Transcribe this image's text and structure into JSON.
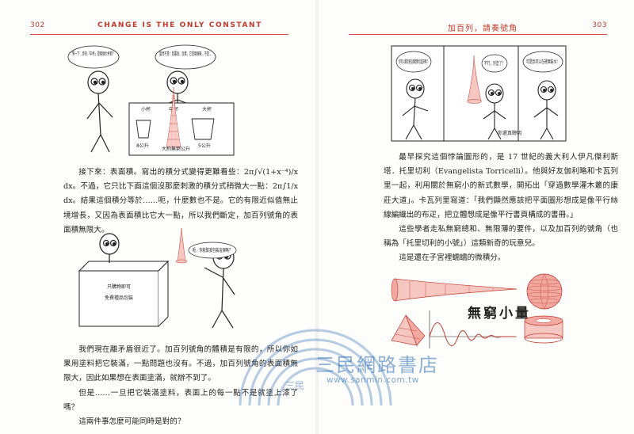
{
  "left_page": {
    "page_number": "302",
    "running_head": "CHANGE IS THE ONLY CONSTANT",
    "comic1": {
      "bubble_left": "等一下…你的「中杯」是兩個大杯耶？",
      "bubble_right": "當然不是！我要說，沒錯，它是兩個無…不是…",
      "header_small": "小杯",
      "header_medium": "中杯",
      "header_large": "大杯",
      "label_small": "8公升",
      "label_medium": "大約無窮公升",
      "label_large": "5公升"
    },
    "paragraph1": "接下來：表面積。寫出的積分式變得更難看些：2π∫√(1+x⁻⁴)/x dx。不過，它只比下面這個沒那麼刺激的積分式稍微大一點：2π∫1/x dx。結果這個積分等於……呃，什麼數也不是。它的有限近似值無止境增長，又因為表面積比它大一點，所以我們斷定，加百列號角的表面積無限大。",
    "comic2": {
      "box_line1": "只購物即可",
      "box_line2": "免費禮品包裝",
      "bubble": "呃，你能幫我包裝這個嗎？"
    },
    "paragraph2": "我們現在離矛盾很近了。加百列號角的體積是有限的，所以你如果用塗料把它裝滿，一點問題也沒有。不過，加百列號角的表面積無限大，因此如果想在表面塗滿，就辦不到了。",
    "paragraph3": "但是……一旦把它裝滿塗料，表面上的每一點不是就塗上漆了嗎？",
    "paragraph4": "這兩件事怎麼可能同時是對的？"
  },
  "right_page": {
    "page_number": "303",
    "running_head": "加百列，請奏號角",
    "comic3": {
      "bubble1": "你可以幫我把這個禮物包起來嗎？",
      "bubble2": "不行，別塗了！",
      "bubble3": "可是我可以在裡面裝水！",
      "bubble4": "你還真聰明"
    },
    "paragraph1": "最早探究這個悖論圖形的，是 17 世紀的義大利人伊凡傑利斯塔．托里切利（Evangelista Torricelli）。他與好友伽利略和卡瓦列里一起，利用關於無窮小的新式數學，開拓出「穿過數學灌木叢的康莊大道」。卡瓦列里寫道：「我們顯然應該把平面圖形想成是像平行絲線編織出的布疋，把立體想成是像平行書頁構成的書冊。」",
    "paragraph2": "這些學者走私無窮總和、無限薄的要件，以及加百列的號角（也稱為「托里切利的小號」）這類新奇的玩意兒。",
    "paragraph3": "這是還在子宮裡蠕蠕的微積分。",
    "illustration_title": "無窮小量"
  },
  "watermark": {
    "name": "三民網路書店",
    "url": "www.sanmin.com.tw",
    "logo_text": "三民"
  },
  "colors": {
    "accent_red": "#c0392b",
    "watermark_blue": "#2e6fb6"
  }
}
